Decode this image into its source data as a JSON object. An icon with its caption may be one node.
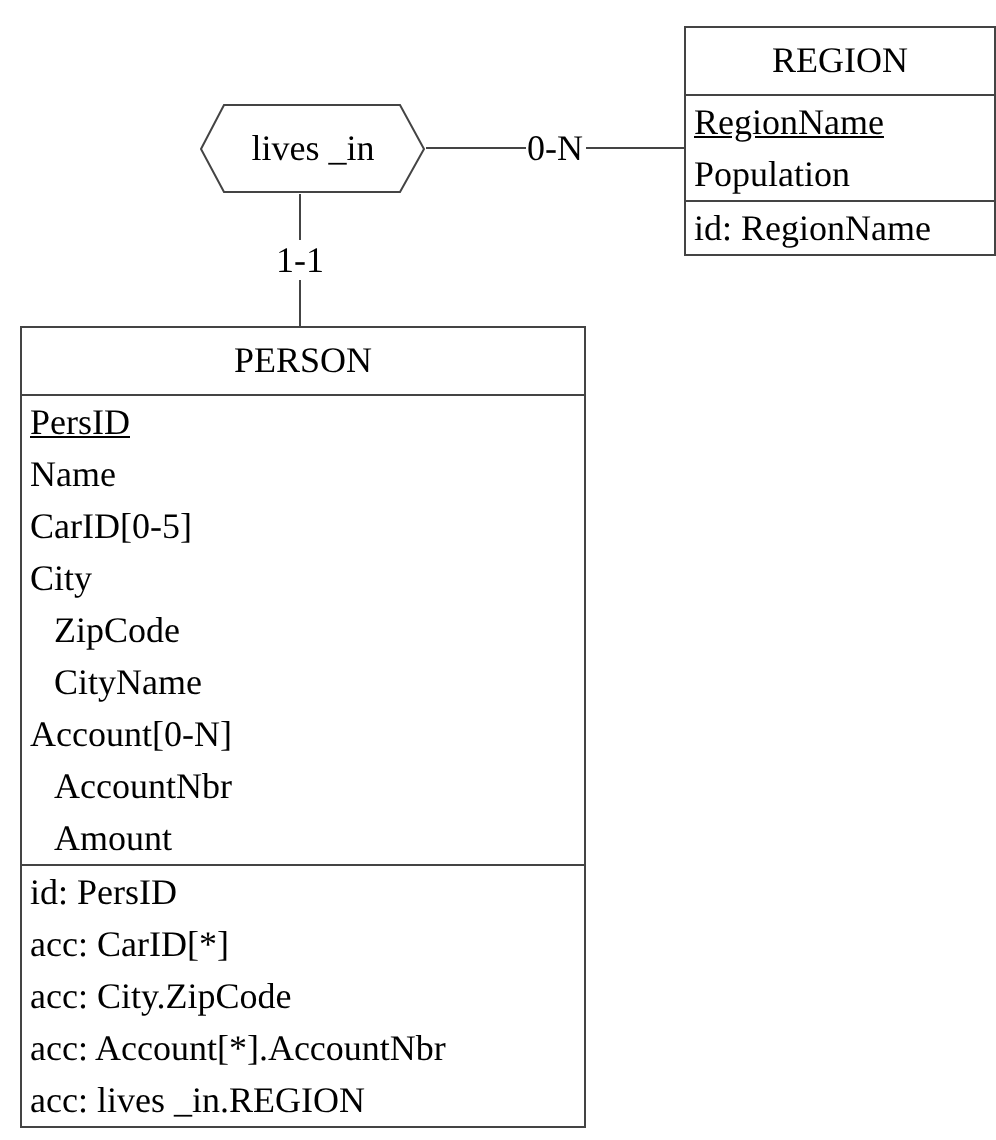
{
  "diagram": {
    "nodes": [
      {
        "text": [
          "lives _in"
        ]
      },
      {
        "text": [
          "REGION",
          "RegionName",
          "Population",
          "id: RegionName"
        ]
      },
      {
        "text": [
          "PERSON",
          "PersID",
          "Name",
          "CarID[0-5]",
          "City",
          "ZipCode",
          "CityName",
          "Account[0-N]",
          "AccountNbr",
          "Amount",
          "id: PersID",
          "acc: CarID[*]",
          "acc: City.ZipCode",
          "acc: Account[*].AccountNbr",
          "acc: lives _in.REGION"
        ]
      }
    ],
    "edges": [
      {
        "from": 0,
        "to": 1,
        "arrow": "none",
        "label": "0-N"
      },
      {
        "from": 0,
        "to": 2,
        "arrow": "none",
        "label": "1-1"
      }
    ]
  }
}
